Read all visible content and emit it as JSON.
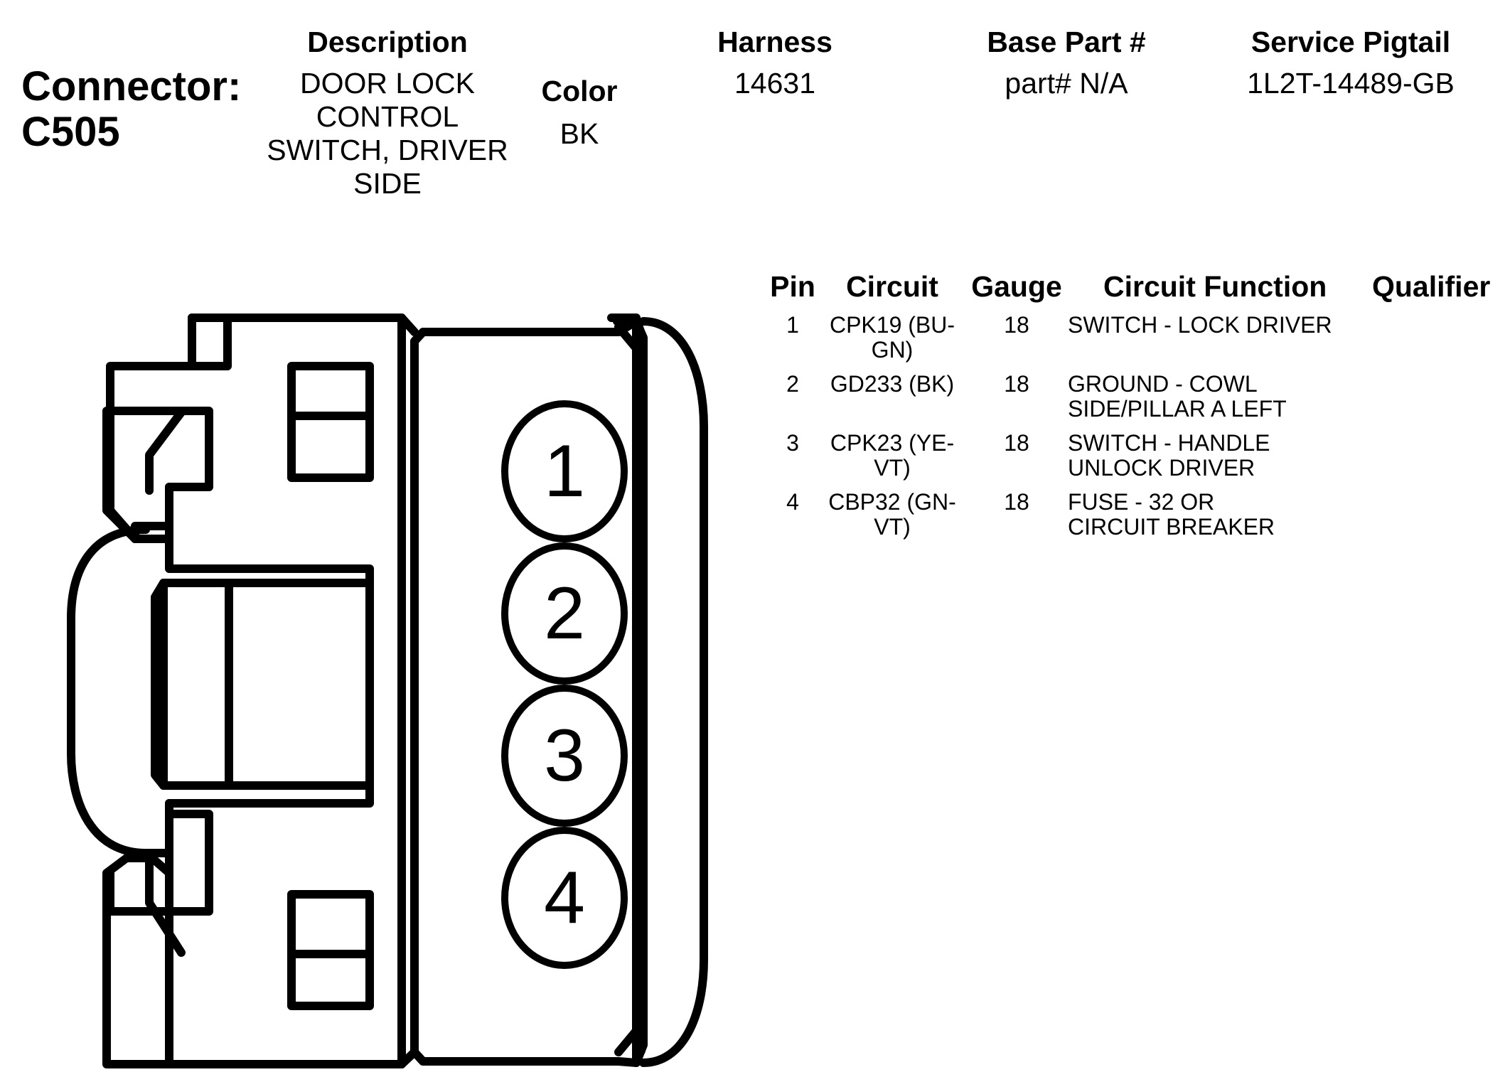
{
  "connector": {
    "label": "Connector:",
    "id": "C505"
  },
  "header": {
    "description": {
      "label": "Description",
      "value": "DOOR LOCK CONTROL SWITCH, DRIVER SIDE"
    },
    "color": {
      "label": "Color",
      "value": "BK"
    },
    "harness": {
      "label": "Harness",
      "value": "14631"
    },
    "base_part": {
      "label": "Base Part #",
      "value": "part# N/A"
    },
    "service_pigtail": {
      "label": "Service Pigtail",
      "value": "1L2T-14489-GB"
    }
  },
  "pin_table": {
    "columns": [
      "Pin",
      "Circuit",
      "Gauge",
      "Circuit Function",
      "Qualifier"
    ],
    "rows": [
      {
        "pin": "1",
        "circuit": "CPK19 (BU-GN)",
        "gauge": "18",
        "function": "SWITCH - LOCK DRIVER",
        "qualifier": ""
      },
      {
        "pin": "2",
        "circuit": "GD233 (BK)",
        "gauge": "18",
        "function": "GROUND - COWL SIDE/PILLAR A LEFT",
        "qualifier": ""
      },
      {
        "pin": "3",
        "circuit": "CPK23 (YE-VT)",
        "gauge": "18",
        "function": "SWITCH - HANDLE UNLOCK DRIVER",
        "qualifier": ""
      },
      {
        "pin": "4",
        "circuit": "CBP32 (GN-VT)",
        "gauge": "18",
        "function": "FUSE - 32 OR CIRCUIT BREAKER",
        "qualifier": ""
      }
    ]
  },
  "diagram": {
    "pin_labels": [
      "1",
      "2",
      "3",
      "4"
    ]
  }
}
